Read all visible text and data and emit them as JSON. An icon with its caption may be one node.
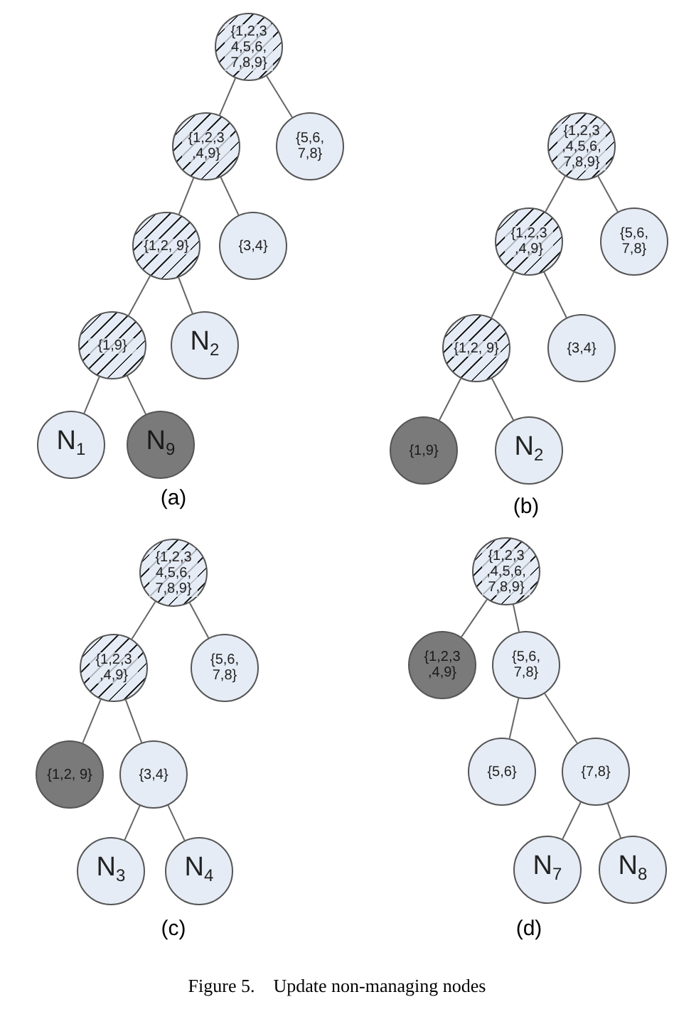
{
  "diagram": {
    "caption": "Figure 5.    Update non-managing nodes",
    "nodes": [
      {
        "text": [
          "{1,2,3 4,5,6, 7,8,9}"
        ]
      },
      {
        "text": [
          "{1,2,3 ,4,9}"
        ]
      },
      {
        "text": [
          "{5,6, 7,8}"
        ]
      },
      {
        "text": [
          "{1,2, 9}"
        ]
      },
      {
        "text": [
          "{3,4}"
        ]
      },
      {
        "text": [
          "{1,9}"
        ]
      },
      {
        "text": [
          "N$_{2}$"
        ]
      },
      {
        "text": [
          "N$_{1}$"
        ]
      },
      {
        "text": [
          "N$_{9}$"
        ]
      },
      {
        "text": [
          "{1,2,3 ,4,5,6, 7,8,9}"
        ]
      },
      {
        "text": [
          "{1,2,3 ,4,9}"
        ]
      },
      {
        "text": [
          "{5,6, 7,8}"
        ]
      },
      {
        "text": [
          "{1,2, 9}"
        ]
      },
      {
        "text": [
          "{3,4}"
        ]
      },
      {
        "text": [
          "{1,9}"
        ]
      },
      {
        "text": [
          "N$_{2}$"
        ]
      },
      {
        "text": [
          "{1,2,3 4,5,6, 7,8,9}"
        ]
      },
      {
        "text": [
          "{1,2,3 ,4,9}"
        ]
      },
      {
        "text": [
          "{5,6, 7,8}"
        ]
      },
      {
        "text": [
          "{1,2, 9}"
        ]
      },
      {
        "text": [
          "{3,4}"
        ]
      },
      {
        "text": [
          "N$_{3}$"
        ]
      },
      {
        "text": [
          "N$_{4}$"
        ]
      },
      {
        "text": [
          "{1,2,3 ,4,5,6, 7,8,9}"
        ]
      },
      {
        "text": [
          "{1,2,3 ,4,9}"
        ]
      },
      {
        "text": [
          "{5,6, 7,8}"
        ]
      },
      {
        "text": [
          "{5,6}"
        ]
      },
      {
        "text": [
          "{7,8}"
        ]
      },
      {
        "text": [
          "N$_{7}$"
        ]
      },
      {
        "text": [
          "N$_{8}$"
        ]
      }
    ],
    "edges": [
      {
        "from": 0,
        "to": 1,
        "arrow": "none"
      },
      {
        "from": 0,
        "to": 2,
        "arrow": "none"
      },
      {
        "from": 1,
        "to": 3,
        "arrow": "none"
      },
      {
        "from": 1,
        "to": 4,
        "arrow": "none"
      },
      {
        "from": 3,
        "to": 5,
        "arrow": "none"
      },
      {
        "from": 3,
        "to": 6,
        "arrow": "none"
      },
      {
        "from": 5,
        "to": 7,
        "arrow": "none"
      },
      {
        "from": 5,
        "to": 8,
        "arrow": "none"
      },
      {
        "from": 9,
        "to": 10,
        "arrow": "none"
      },
      {
        "from": 9,
        "to": 11,
        "arrow": "none"
      },
      {
        "from": 10,
        "to": 12,
        "arrow": "none"
      },
      {
        "from": 10,
        "to": 13,
        "arrow": "none"
      },
      {
        "from": 12,
        "to": 14,
        "arrow": "none"
      },
      {
        "from": 12,
        "to": 15,
        "arrow": "none"
      },
      {
        "from": 16,
        "to": 17,
        "arrow": "none"
      },
      {
        "from": 16,
        "to": 18,
        "arrow": "none"
      },
      {
        "from": 17,
        "to": 19,
        "arrow": "none"
      },
      {
        "from": 17,
        "to": 20,
        "arrow": "none"
      },
      {
        "from": 20,
        "to": 21,
        "arrow": "none"
      },
      {
        "from": 20,
        "to": 22,
        "arrow": "none"
      },
      {
        "from": 23,
        "to": 24,
        "arrow": "none"
      },
      {
        "from": 23,
        "to": 25,
        "arrow": "none"
      },
      {
        "from": 25,
        "to": 26,
        "arrow": "none"
      },
      {
        "from": 25,
        "to": 27,
        "arrow": "none"
      },
      {
        "from": 27,
        "to": 28,
        "arrow": "none"
      },
      {
        "from": 27,
        "to": 29,
        "arrow": "none"
      }
    ],
    "labels": [
      "(a)",
      "(b)",
      "(c)",
      "(d)"
    ]
  }
}
